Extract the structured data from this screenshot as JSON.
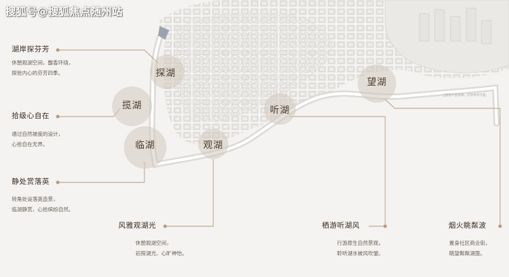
{
  "watermark": "搜狐号@搜狐焦点随州站",
  "map_note": "上图为产品效果，仅供参考示意。",
  "colors": {
    "accent_line": "#b89a7c",
    "river": "#ffffff",
    "bubble": "#d2c8be",
    "title": "#3b2a1f"
  },
  "lakes": [
    {
      "name": "探湖"
    },
    {
      "name": "揽湖"
    },
    {
      "name": "临湖"
    },
    {
      "name": "观湖"
    },
    {
      "name": "听湖"
    },
    {
      "name": "望湖"
    }
  ],
  "features": [
    {
      "title": "湖岸探芬芳",
      "desc": [
        "休憩观湖空间，馥香环绕，",
        "探拾内心的芬芳四季。"
      ]
    },
    {
      "title": "拾级心自在",
      "desc": [
        "通过自然坡度的设计，",
        "心拾自在无界。"
      ]
    },
    {
      "title": "静处赏落英",
      "desc": [
        "转角处设落英造景，",
        "临湖静赏，心拾缤纷自然。"
      ]
    },
    {
      "title": "风雅观湖光",
      "desc": [
        "休憩观湖空间，",
        "初探湖光、心旷神怡。"
      ]
    },
    {
      "title": "栖游听湖风",
      "desc": [
        "行游原生自然景观，",
        "聆听湖水被风吹皱。"
      ]
    },
    {
      "title": "烟火眺粼波",
      "desc": [
        "置身社区商业街，",
        "眺望粼粼湖面。"
      ]
    }
  ]
}
